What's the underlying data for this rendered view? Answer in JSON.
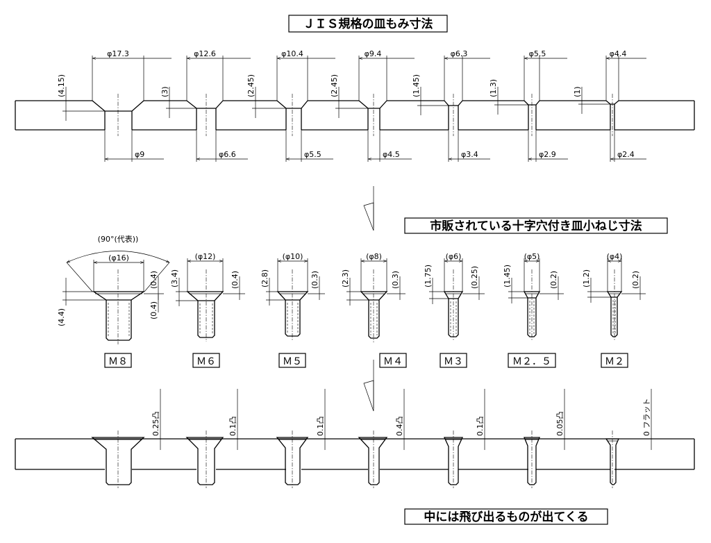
{
  "titles": {
    "jis": "ＪＩＳ規格の皿もみ寸法",
    "commercial": "市販されている十字穴付き皿小ねじ寸法",
    "result": "中には飛び出るものが出てくる"
  },
  "angle_note": "(90°(代表))",
  "flat_note": "0 フラット",
  "holes": [
    {
      "id": "m8",
      "top_dia": "φ17.3",
      "bottom_dia": "φ9",
      "depth": "(4.15)"
    },
    {
      "id": "m6",
      "top_dia": "φ12.6",
      "bottom_dia": "φ6.6",
      "depth": "(3)"
    },
    {
      "id": "m5",
      "top_dia": "φ10.4",
      "bottom_dia": "φ5.5",
      "depth": "(2.45)"
    },
    {
      "id": "m4",
      "top_dia": "φ9.4",
      "bottom_dia": "φ4.5",
      "depth": "(2.45)"
    },
    {
      "id": "m3",
      "top_dia": "φ6.3",
      "bottom_dia": "φ3.4",
      "depth": "(1.45)"
    },
    {
      "id": "m2-5",
      "top_dia": "φ5.5",
      "bottom_dia": "φ2.9",
      "depth": "(1.3)"
    },
    {
      "id": "m2",
      "top_dia": "φ4.4",
      "bottom_dia": "φ2.4",
      "depth": "(1)"
    }
  ],
  "screws": [
    {
      "id": "m8",
      "label": "Ｍ８",
      "head_dia": "(φ16)",
      "head_height": "(4.4)",
      "edge": "(0.4)",
      "edge_left": "(0.4)"
    },
    {
      "id": "m6",
      "label": "Ｍ６",
      "head_dia": "(φ12)",
      "head_height": "(3.4)",
      "edge": "(0.4)"
    },
    {
      "id": "m5",
      "label": "Ｍ５",
      "head_dia": "(φ10)",
      "head_height": "(2.8)",
      "edge": "(0.3)"
    },
    {
      "id": "m4",
      "label": "Ｍ４",
      "head_dia": "(φ8)",
      "head_height": "(2.3)",
      "edge": "(0.3)"
    },
    {
      "id": "m3",
      "label": "Ｍ３",
      "head_dia": "(φ6)",
      "head_height": "(1.75)",
      "edge": "(0.25)"
    },
    {
      "id": "m2-5",
      "label": "Ｍ２．５",
      "head_dia": "(φ5)",
      "head_height": "(1.45)",
      "edge": "(0.2)"
    },
    {
      "id": "m2",
      "label": "Ｍ２",
      "head_dia": "(φ4)",
      "head_height": "(1.2)",
      "edge": "(0.2)"
    }
  ],
  "protrusions": [
    {
      "id": "m8",
      "value": "0.25凸"
    },
    {
      "id": "m6",
      "value": "0.1凸"
    },
    {
      "id": "m5",
      "value": "0.1凸"
    },
    {
      "id": "m4",
      "value": "0.4凸"
    },
    {
      "id": "m3",
      "value": "0.1凸"
    },
    {
      "id": "m2-5",
      "value": "0.05凸"
    },
    {
      "id": "m2",
      "value": "0 フラット"
    }
  ]
}
